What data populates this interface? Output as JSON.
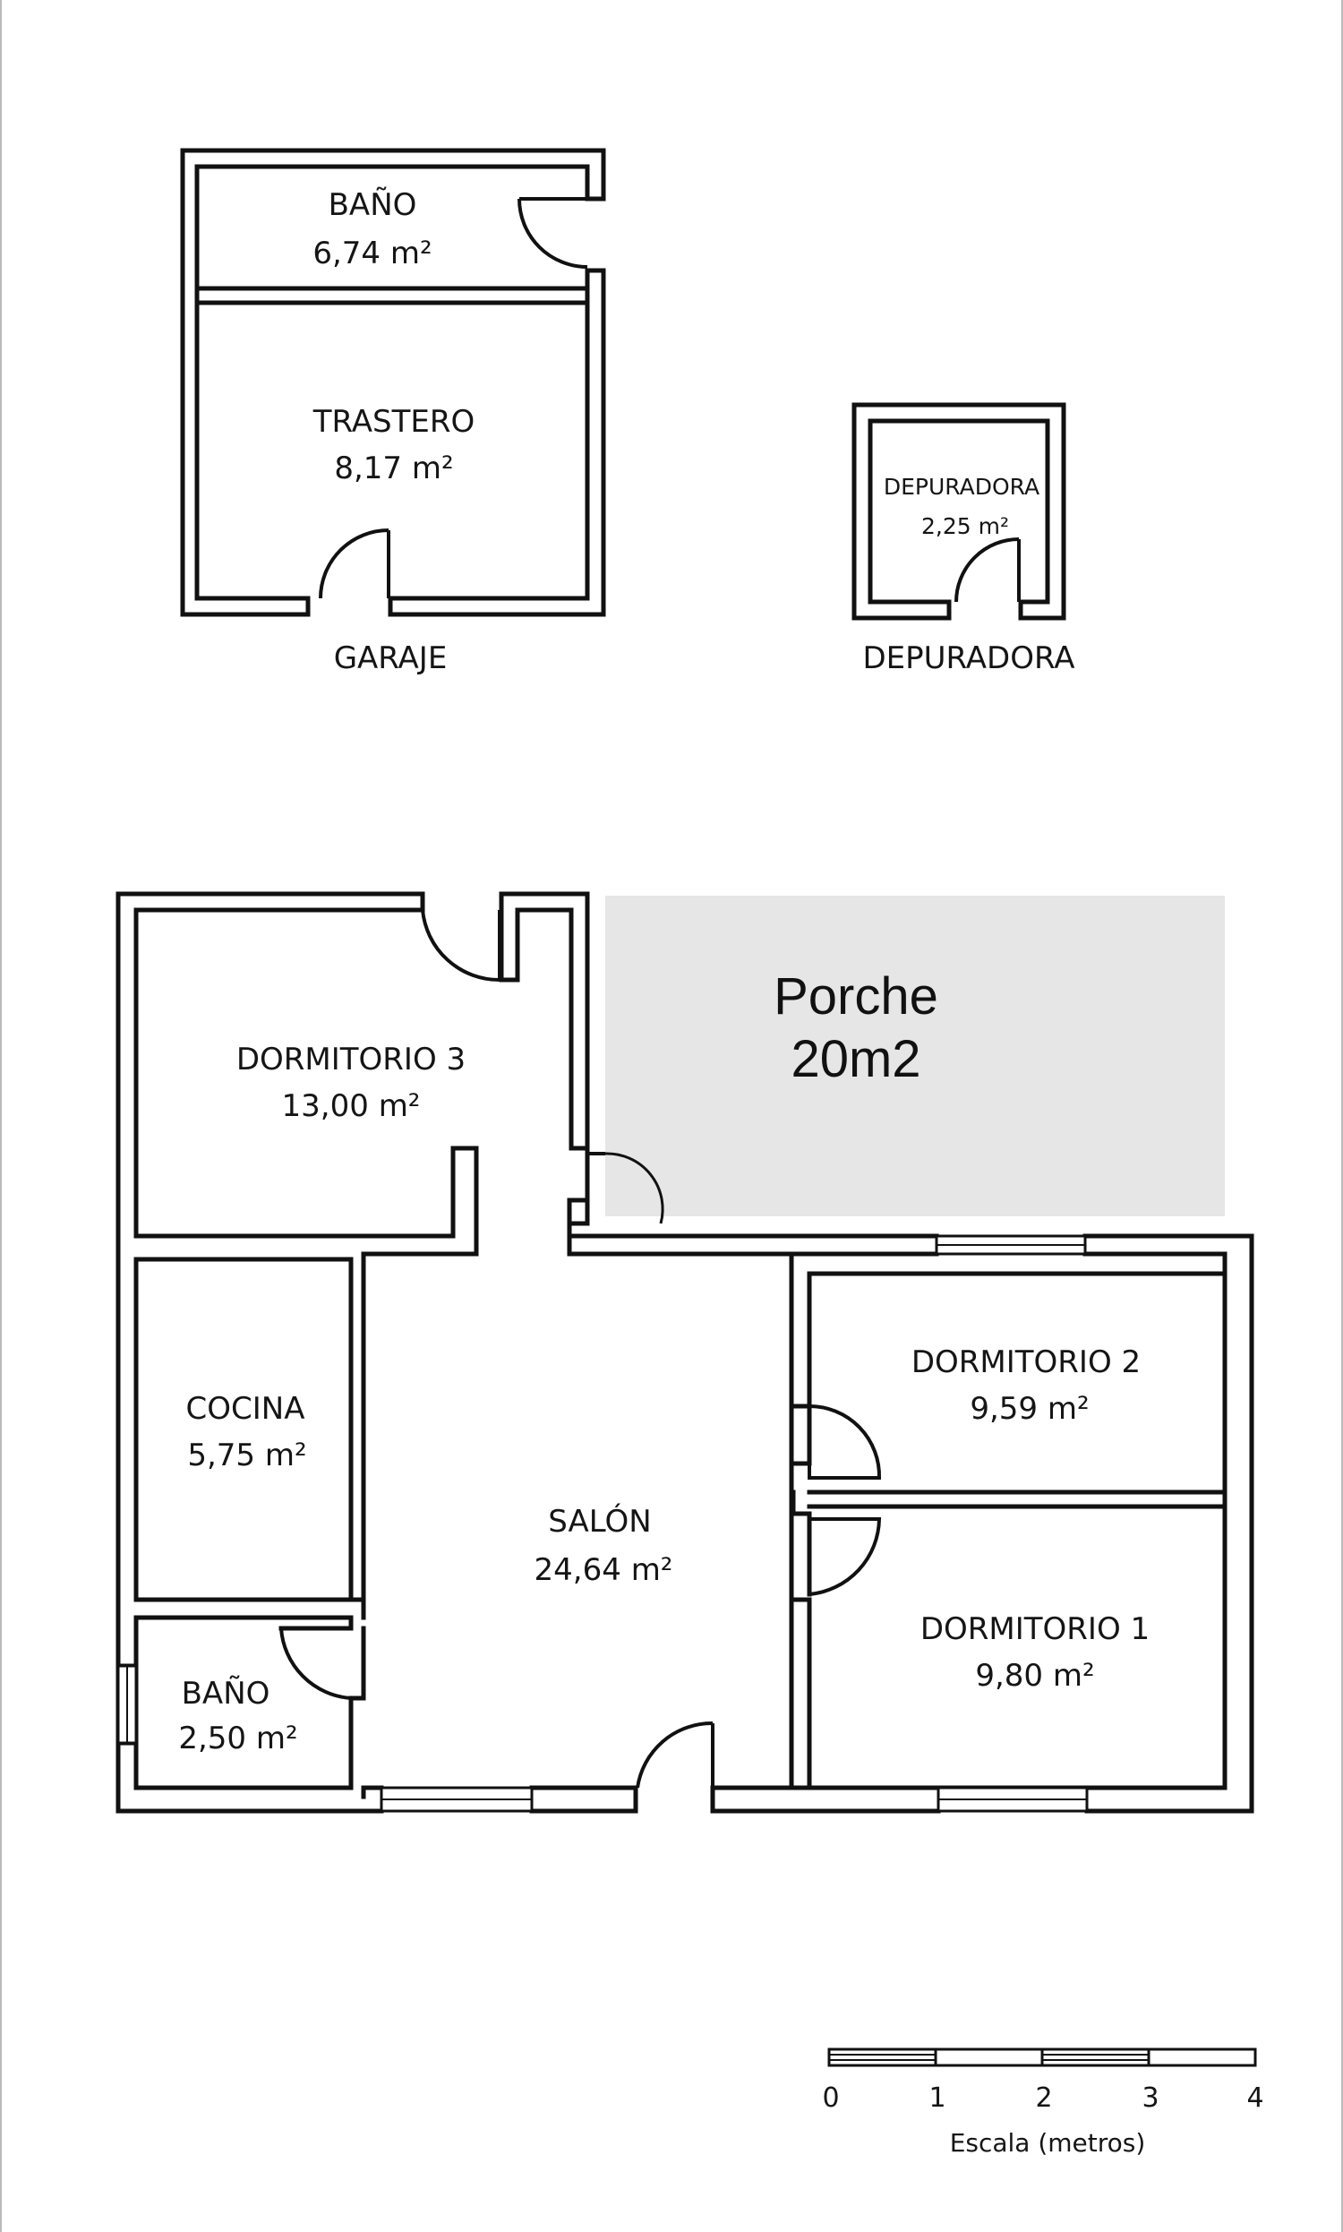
{
  "garage_block": {
    "name": "GARAJE",
    "rooms": [
      {
        "name": "BAÑO",
        "area": "6,74 m²"
      },
      {
        "name": "TRASTERO",
        "area": "8,17 m²"
      }
    ]
  },
  "depuradora_block": {
    "name": "DEPURADORA",
    "rooms": [
      {
        "name": "DEPURADORA",
        "area": "2,25 m²"
      }
    ]
  },
  "house": {
    "rooms": [
      {
        "name": "DORMITORIO 3",
        "area": "13,00 m²"
      },
      {
        "name": "COCINA",
        "area": "5,75 m²"
      },
      {
        "name": "BAÑO",
        "area": "2,50 m²"
      },
      {
        "name": "SALÓN",
        "area": "24,64 m²"
      },
      {
        "name": "DORMITORIO 2",
        "area": "9,59 m²"
      },
      {
        "name": "DORMITORIO 1",
        "area": "9,80 m²"
      }
    ],
    "porch": {
      "name": "Porche",
      "area": "20m2",
      "color": "#e6e6e6"
    }
  },
  "scale_bar": {
    "ticks": [
      "0",
      "1",
      "2",
      "3",
      "4"
    ],
    "caption": "Escala (metros)"
  }
}
